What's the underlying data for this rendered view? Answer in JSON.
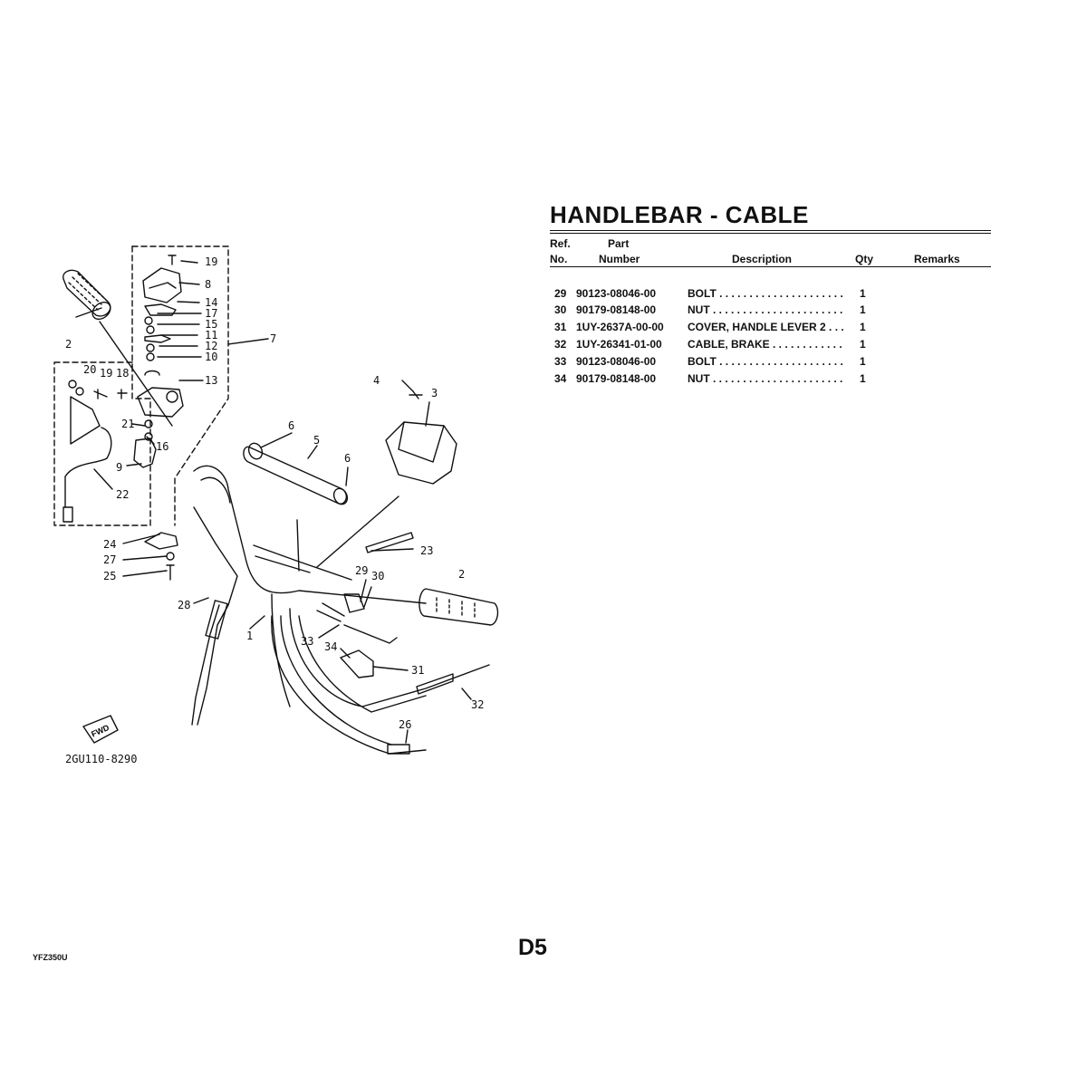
{
  "page": {
    "title": "HANDLEBAR - CABLE",
    "page_number": "D5",
    "model": "YFZ350U"
  },
  "table": {
    "headers": {
      "ref_line1": "Ref.",
      "ref_line2": "No.",
      "part_line1": "Part",
      "part_line2": "Number",
      "description": "Description",
      "qty": "Qty",
      "remarks": "Remarks"
    },
    "rows": [
      {
        "ref": "29",
        "part": "90123-08046-00",
        "desc": "BOLT . . . . . . . . . . . . . . . . . . . . .",
        "qty": "1"
      },
      {
        "ref": "30",
        "part": "90179-08148-00",
        "desc": "NUT . . . . . . . . . . . . . . . . . . . . . .",
        "qty": "1"
      },
      {
        "ref": "31",
        "part": "1UY-2637A-00-00",
        "desc": "COVER, HANDLE LEVER 2 . . .",
        "qty": "1"
      },
      {
        "ref": "32",
        "part": "1UY-26341-01-00",
        "desc": "CABLE, BRAKE . . . . . . . . . . . .",
        "qty": "1"
      },
      {
        "ref": "33",
        "part": "90123-08046-00",
        "desc": "BOLT . . . . . . . . . . . . . . . . . . . . .",
        "qty": "1"
      },
      {
        "ref": "34",
        "part": "90179-08148-00",
        "desc": "NUT . . . . . . . . . . . . . . . . . . . . . .",
        "qty": "1"
      }
    ]
  },
  "diagram": {
    "code": "2GU110-8290",
    "fwd_label": "FWD",
    "callouts": [
      "1",
      "2",
      "2",
      "3",
      "4",
      "5",
      "6",
      "6",
      "7",
      "8",
      "9",
      "10",
      "11",
      "12",
      "13",
      "14",
      "15",
      "16",
      "17",
      "18",
      "19",
      "19",
      "20",
      "21",
      "22",
      "23",
      "24",
      "25",
      "26",
      "27",
      "28",
      "29",
      "30",
      "31",
      "32",
      "33",
      "34"
    ]
  }
}
